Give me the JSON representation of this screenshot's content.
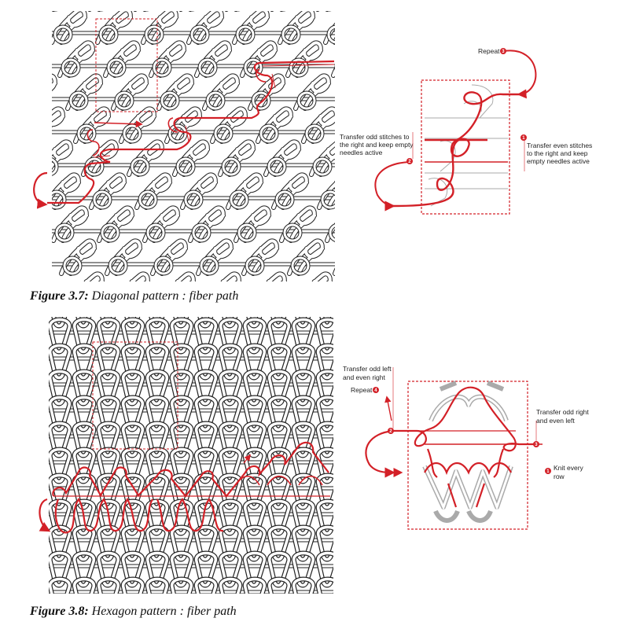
{
  "figure_37": {
    "caption_label": "Figure 3.7:",
    "caption_text": "Diagonal pattern : fiber path",
    "annotations": [
      {
        "id": "repeat",
        "number": "3",
        "lines": [
          "Repeat"
        ]
      },
      {
        "id": "even",
        "number": "1",
        "lines": [
          "Transfer even stitches",
          "to the right and keep",
          "empty needles active"
        ]
      },
      {
        "id": "odd",
        "number": "2",
        "lines": [
          "Transfer odd stitches to",
          "the right and keep empty",
          "needles active"
        ]
      }
    ]
  },
  "figure_38": {
    "caption_label": "Figure 3.8:",
    "caption_text": "Hexagon pattern : fiber path",
    "annotations": [
      {
        "id": "odd-left",
        "number": "",
        "lines": [
          "Transfer odd left",
          "and even right"
        ]
      },
      {
        "id": "repeat",
        "number": "4",
        "lines": [
          "Repeat"
        ]
      },
      {
        "id": "odd-right",
        "number": "3",
        "lines": [
          "Transfer odd right",
          "and even left"
        ]
      },
      {
        "id": "knit",
        "number": "1",
        "lines": [
          "Knit every",
          "row"
        ]
      },
      {
        "id": "step2",
        "number": "2",
        "lines": []
      }
    ]
  },
  "colors": {
    "accent_red": "#d32027",
    "stitch_outline": "#222222",
    "stitch_grey": "#bdbdbd"
  }
}
